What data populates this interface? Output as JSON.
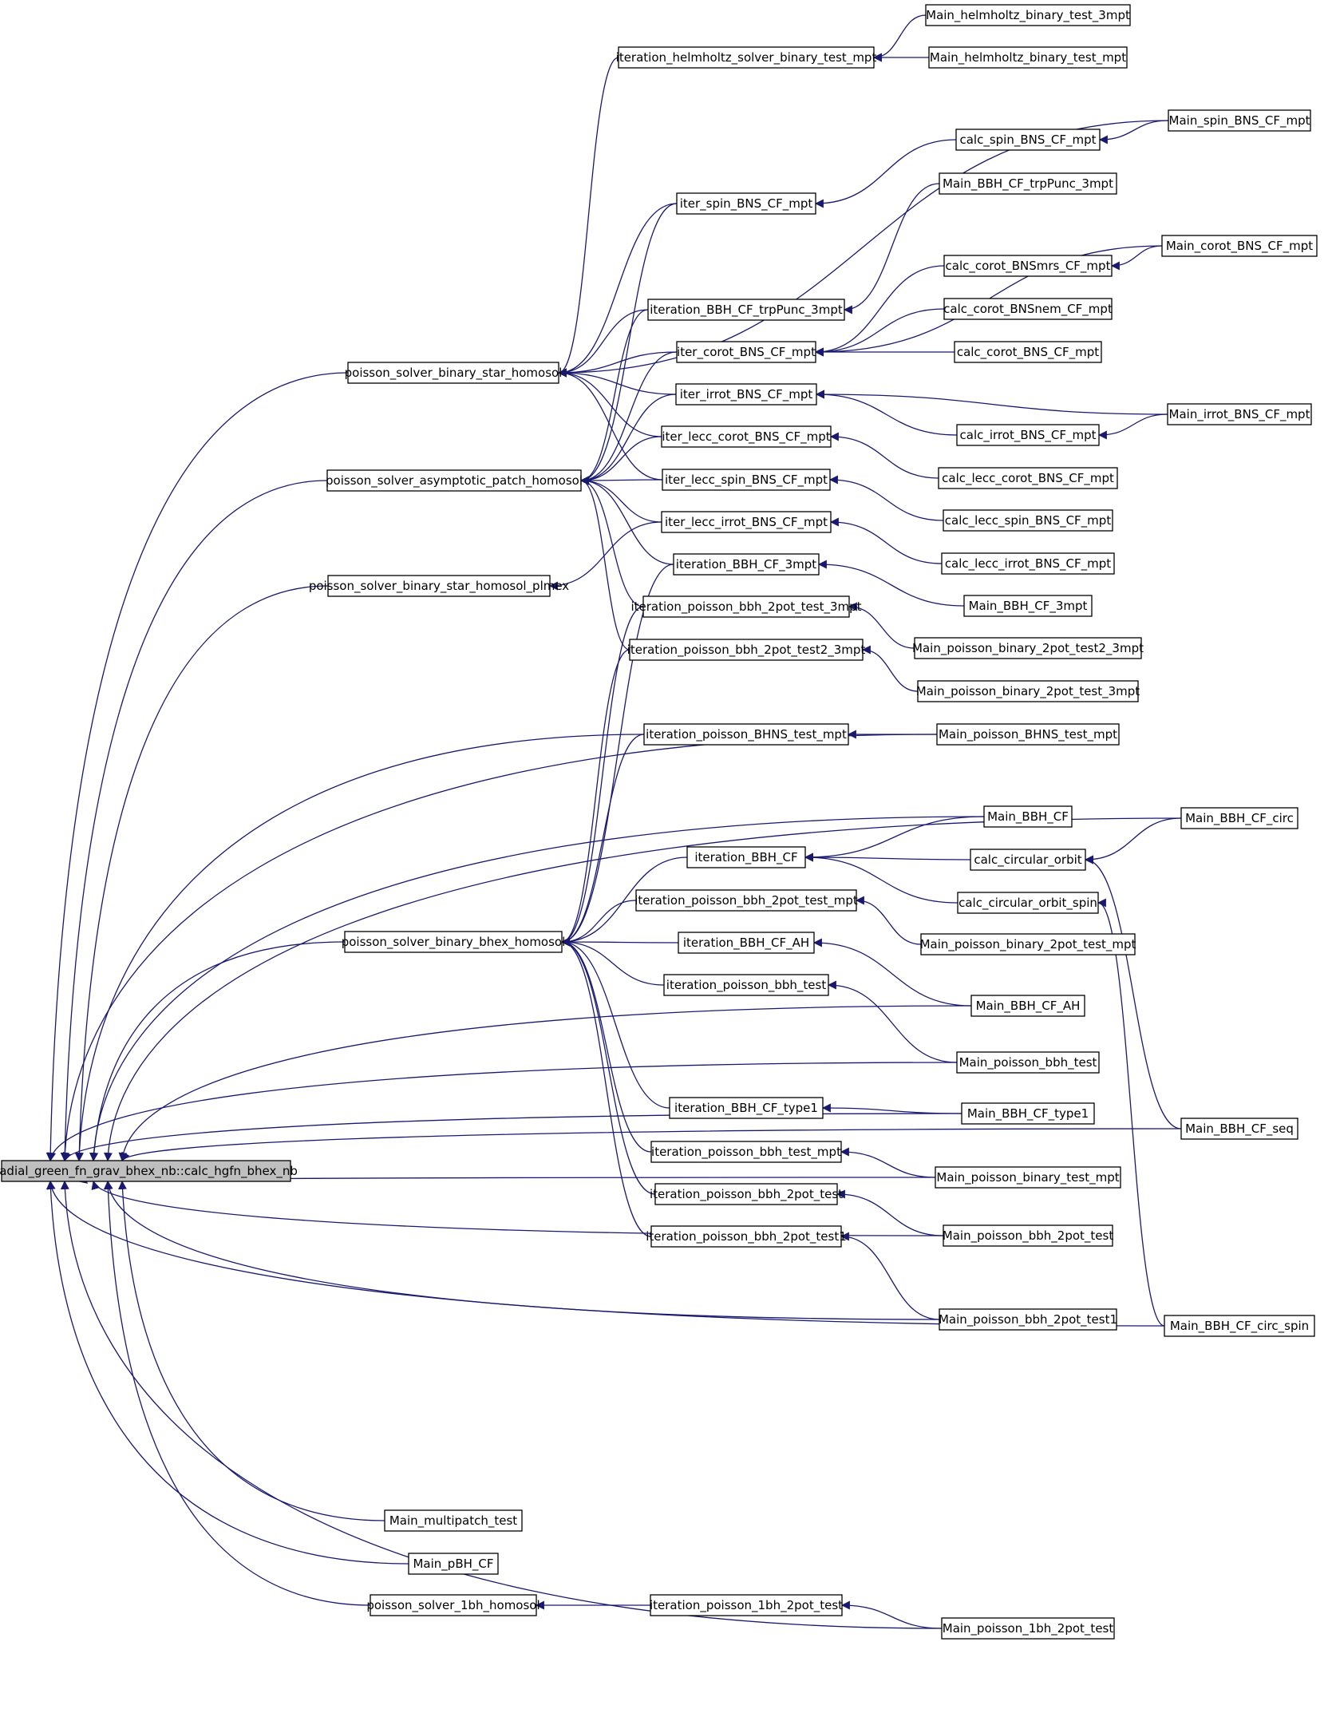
{
  "graph": {
    "edge_color": "#191970",
    "root_fill": "#bfbfbf",
    "node_fill": "#ffffff",
    "nodes": [
      {
        "id": "root",
        "label": "radial_green_fn_grav_bhex_nb::calc_hgfn_bhex_nb"
      },
      {
        "id": "pbsh",
        "label": "poisson_solver_binary_star_homosol"
      },
      {
        "id": "papsh",
        "label": "poisson_solver_asymptotic_patch_homosol"
      },
      {
        "id": "pbshp",
        "label": "poisson_solver_binary_star_homosol_plmex"
      },
      {
        "id": "pbbh",
        "label": "poisson_solver_binary_bhex_homosol"
      },
      {
        "id": "p1bh",
        "label": "poisson_solver_1bh_homosol"
      },
      {
        "id": "mmpt",
        "label": "Main_multipatch_test"
      },
      {
        "id": "mpbh",
        "label": "Main_pBH_CF"
      },
      {
        "id": "ihelm",
        "label": "iteration_helmholtz_solver_binary_test_mpt"
      },
      {
        "id": "ispin",
        "label": "iter_spin_BNS_CF_mpt"
      },
      {
        "id": "itrp",
        "label": "iteration_BBH_CF_trpPunc_3mpt"
      },
      {
        "id": "icorot",
        "label": "iter_corot_BNS_CF_mpt"
      },
      {
        "id": "iirrot",
        "label": "iter_irrot_BNS_CF_mpt"
      },
      {
        "id": "ilcorot",
        "label": "iter_lecc_corot_BNS_CF_mpt"
      },
      {
        "id": "ilspin",
        "label": "iter_lecc_spin_BNS_CF_mpt"
      },
      {
        "id": "ilirrot",
        "label": "iter_lecc_irrot_BNS_CF_mpt"
      },
      {
        "id": "ibbh3",
        "label": "iteration_BBH_CF_3mpt"
      },
      {
        "id": "ipb2t3",
        "label": "iteration_poisson_bbh_2pot_test_3mpt"
      },
      {
        "id": "ipb2t23",
        "label": "iteration_poisson_bbh_2pot_test2_3mpt"
      },
      {
        "id": "ibhns",
        "label": "iteration_poisson_BHNS_test_mpt"
      },
      {
        "id": "ibbh",
        "label": "iteration_BBH_CF"
      },
      {
        "id": "ipb2tm",
        "label": "iteration_poisson_bbh_2pot_test_mpt"
      },
      {
        "id": "ibbhah",
        "label": "iteration_BBH_CF_AH"
      },
      {
        "id": "ipbt",
        "label": "iteration_poisson_bbh_test"
      },
      {
        "id": "ibbht1",
        "label": "iteration_BBH_CF_type1"
      },
      {
        "id": "ipbtm",
        "label": "iteration_poisson_bbh_test_mpt"
      },
      {
        "id": "ipb2t",
        "label": "iteration_poisson_bbh_2pot_test"
      },
      {
        "id": "ipb2t1",
        "label": "iteration_poisson_bbh_2pot_test1"
      },
      {
        "id": "ip1bh",
        "label": "iteration_poisson_1bh_2pot_test"
      },
      {
        "id": "mh3",
        "label": "Main_helmholtz_binary_test_3mpt"
      },
      {
        "id": "mh",
        "label": "Main_helmholtz_binary_test_mpt"
      },
      {
        "id": "cspin",
        "label": "calc_spin_BNS_CF_mpt"
      },
      {
        "id": "mtrp",
        "label": "Main_BBH_CF_trpPunc_3mpt"
      },
      {
        "id": "cbnsmrs",
        "label": "calc_corot_BNSmrs_CF_mpt"
      },
      {
        "id": "cbnsnem",
        "label": "calc_corot_BNSnem_CF_mpt"
      },
      {
        "id": "ccorot",
        "label": "calc_corot_BNS_CF_mpt"
      },
      {
        "id": "cirrot",
        "label": "calc_irrot_BNS_CF_mpt"
      },
      {
        "id": "clcorot",
        "label": "calc_lecc_corot_BNS_CF_mpt"
      },
      {
        "id": "clspin",
        "label": "calc_lecc_spin_BNS_CF_mpt"
      },
      {
        "id": "clirrot",
        "label": "calc_lecc_irrot_BNS_CF_mpt"
      },
      {
        "id": "mbbh3",
        "label": "Main_BBH_CF_3mpt"
      },
      {
        "id": "mpb2t23",
        "label": "Main_poisson_binary_2pot_test2_3mpt"
      },
      {
        "id": "mpb2t3",
        "label": "Main_poisson_binary_2pot_test_3mpt"
      },
      {
        "id": "mbhns",
        "label": "Main_poisson_BHNS_test_mpt"
      },
      {
        "id": "mbbh",
        "label": "Main_BBH_CF"
      },
      {
        "id": "ccirc",
        "label": "calc_circular_orbit"
      },
      {
        "id": "ccircs",
        "label": "calc_circular_orbit_spin"
      },
      {
        "id": "mpb2tm",
        "label": "Main_poisson_binary_2pot_test_mpt"
      },
      {
        "id": "mbbhah",
        "label": "Main_BBH_CF_AH"
      },
      {
        "id": "mpbt",
        "label": "Main_poisson_bbh_test"
      },
      {
        "id": "mbbht1",
        "label": "Main_BBH_CF_type1"
      },
      {
        "id": "mpbtm",
        "label": "Main_poisson_binary_test_mpt"
      },
      {
        "id": "mpb2t",
        "label": "Main_poisson_bbh_2pot_test"
      },
      {
        "id": "mpb2t1",
        "label": "Main_poisson_bbh_2pot_test1"
      },
      {
        "id": "mp1bh",
        "label": "Main_poisson_1bh_2pot_test"
      },
      {
        "id": "mspin",
        "label": "Main_spin_BNS_CF_mpt"
      },
      {
        "id": "mcorot",
        "label": "Main_corot_BNS_CF_mpt"
      },
      {
        "id": "mirrot",
        "label": "Main_irrot_BNS_CF_mpt"
      },
      {
        "id": "mcirc",
        "label": "Main_BBH_CF_circ"
      },
      {
        "id": "mseq",
        "label": "Main_BBH_CF_seq"
      },
      {
        "id": "mcircs",
        "label": "Main_BBH_CF_circ_spin"
      }
    ],
    "edges": [
      [
        "pbsh",
        "root"
      ],
      [
        "papsh",
        "root"
      ],
      [
        "pbshp",
        "root"
      ],
      [
        "pbbh",
        "root"
      ],
      [
        "p1bh",
        "root"
      ],
      [
        "mmpt",
        "root"
      ],
      [
        "mpbh",
        "root"
      ],
      [
        "mbhns",
        "root"
      ],
      [
        "ibhns",
        "root"
      ],
      [
        "mbbh",
        "root"
      ],
      [
        "mcirc",
        "root"
      ],
      [
        "mbbhah",
        "root"
      ],
      [
        "mpbt",
        "root"
      ],
      [
        "mbbht1",
        "root"
      ],
      [
        "mpbtm",
        "root"
      ],
      [
        "mpb2t",
        "root"
      ],
      [
        "mpb2t1",
        "root"
      ],
      [
        "mseq",
        "root"
      ],
      [
        "mcircs",
        "root"
      ],
      [
        "mp1bh",
        "root"
      ],
      [
        "ihelm",
        "pbsh"
      ],
      [
        "ispin",
        "pbsh"
      ],
      [
        "mspin",
        "pbsh"
      ],
      [
        "itrp",
        "pbsh"
      ],
      [
        "icorot",
        "pbsh"
      ],
      [
        "iirrot",
        "pbsh"
      ],
      [
        "ilcorot",
        "pbsh"
      ],
      [
        "ilspin",
        "pbsh"
      ],
      [
        "ispin",
        "papsh"
      ],
      [
        "itrp",
        "papsh"
      ],
      [
        "icorot",
        "papsh"
      ],
      [
        "iirrot",
        "papsh"
      ],
      [
        "ilcorot",
        "papsh"
      ],
      [
        "ilspin",
        "papsh"
      ],
      [
        "ilirrot",
        "papsh"
      ],
      [
        "ibbh3",
        "papsh"
      ],
      [
        "ipb2t3",
        "papsh"
      ],
      [
        "ipb2t23",
        "papsh"
      ],
      [
        "ilirrot",
        "pbshp"
      ],
      [
        "ibbh3",
        "pbbh"
      ],
      [
        "ipb2t3",
        "pbbh"
      ],
      [
        "ipb2t23",
        "pbbh"
      ],
      [
        "ibhns",
        "pbbh"
      ],
      [
        "ibbh",
        "pbbh"
      ],
      [
        "ipb2tm",
        "pbbh"
      ],
      [
        "ibbhah",
        "pbbh"
      ],
      [
        "ipbt",
        "pbbh"
      ],
      [
        "ibbht1",
        "pbbh"
      ],
      [
        "ipbtm",
        "pbbh"
      ],
      [
        "ipb2t",
        "pbbh"
      ],
      [
        "ipb2t1",
        "pbbh"
      ],
      [
        "ip1bh",
        "p1bh"
      ],
      [
        "mh3",
        "ihelm"
      ],
      [
        "mh",
        "ihelm"
      ],
      [
        "cspin",
        "ispin"
      ],
      [
        "mspin",
        "cspin"
      ],
      [
        "mtrp",
        "itrp"
      ],
      [
        "mcorot",
        "icorot"
      ],
      [
        "cbnsmrs",
        "icorot"
      ],
      [
        "cbnsnem",
        "icorot"
      ],
      [
        "ccorot",
        "icorot"
      ],
      [
        "mcorot",
        "cbnsmrs"
      ],
      [
        "mirrot",
        "iirrot"
      ],
      [
        "cirrot",
        "iirrot"
      ],
      [
        "mirrot",
        "cirrot"
      ],
      [
        "clcorot",
        "ilcorot"
      ],
      [
        "clspin",
        "ilspin"
      ],
      [
        "clirrot",
        "ilirrot"
      ],
      [
        "mbbh3",
        "ibbh3"
      ],
      [
        "mpb2t23",
        "ipb2t3"
      ],
      [
        "mpb2t3",
        "ipb2t23"
      ],
      [
        "mbhns",
        "ibhns"
      ],
      [
        "mbbh",
        "ibbh"
      ],
      [
        "ccirc",
        "ibbh"
      ],
      [
        "ccircs",
        "ibbh"
      ],
      [
        "mcirc",
        "ccirc"
      ],
      [
        "mseq",
        "ccirc"
      ],
      [
        "mcircs",
        "ccircs"
      ],
      [
        "mpb2tm",
        "ipb2tm"
      ],
      [
        "mbbhah",
        "ibbhah"
      ],
      [
        "mpbt",
        "ipbt"
      ],
      [
        "mbbht1",
        "ibbht1"
      ],
      [
        "mpbtm",
        "ipbtm"
      ],
      [
        "mpb2t",
        "ipb2t"
      ],
      [
        "mpb2t1",
        "ipb2t1"
      ],
      [
        "mp1bh",
        "ip1bh"
      ]
    ]
  }
}
